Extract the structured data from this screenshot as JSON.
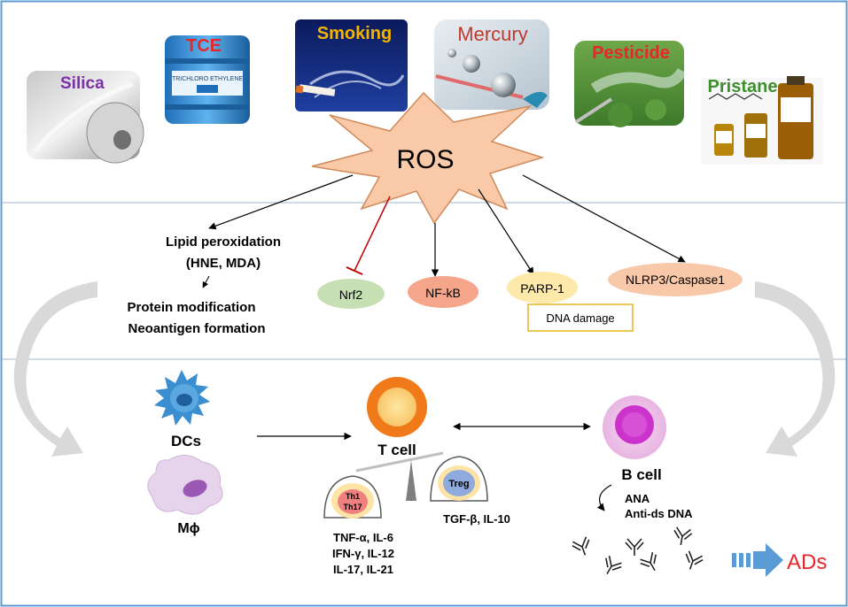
{
  "sources": [
    {
      "label": "Silica",
      "color": "#7b2fa8",
      "icon": "silica-disc-image"
    },
    {
      "label": "TCE",
      "color": "#e8262a",
      "icon": "tce-barrel-image",
      "barrel_text": "TRICHLORO ETHYLENE"
    },
    {
      "label": "Smoking",
      "color": "#f4b400",
      "icon": "smoking-cigarette-image"
    },
    {
      "label": "Mercury",
      "color": "#c0392b",
      "icon": "mercury-droplets-image"
    },
    {
      "label": "Pesticide",
      "color": "#e8262a",
      "icon": "pesticide-spray-image"
    },
    {
      "label": "Pristane",
      "color": "#3f8f2f",
      "icon": "pristane-bottles-image"
    }
  ],
  "ros": {
    "label": "ROS",
    "fill": "#f9c9a8"
  },
  "effects": {
    "lipid_line1": "Lipid peroxidation",
    "lipid_line2": "(HNE, MDA)",
    "protein_line1": "Protein modification",
    "protein_line2": "Neoantigen formation",
    "nrf2": "Nrf2",
    "nfkb": "NF-kB",
    "parp": "PARP-1",
    "dna_damage": "DNA damage",
    "nlrp3": "NLRP3/Caspase1"
  },
  "cells": {
    "dcs": "DCs",
    "macrophage": "Mϕ",
    "tcell": "T cell",
    "bcell": "B cell",
    "th1": "Th1",
    "th17": "Th17",
    "treg": "Treg",
    "th_cytokines": [
      "TNF-α, IL-6",
      "IFN-γ, IL-12",
      "IL-17, IL-21"
    ],
    "treg_cytokines": "TGF-β, IL-10",
    "ana": "ANA",
    "antids": "Anti-ds  DNA",
    "ads": "ADs"
  },
  "colors": {
    "border": "#5b9bd5",
    "nrf2": "#c6e0b4",
    "nfkb": "#f4a58a",
    "parp": "#fde9a9",
    "nlrp3": "#f8c8a8",
    "dna_box": "#e6b422",
    "inhibit": "#c00000",
    "ads_text": "#e8262a",
    "ads_arrow": "#5b9bd5"
  }
}
